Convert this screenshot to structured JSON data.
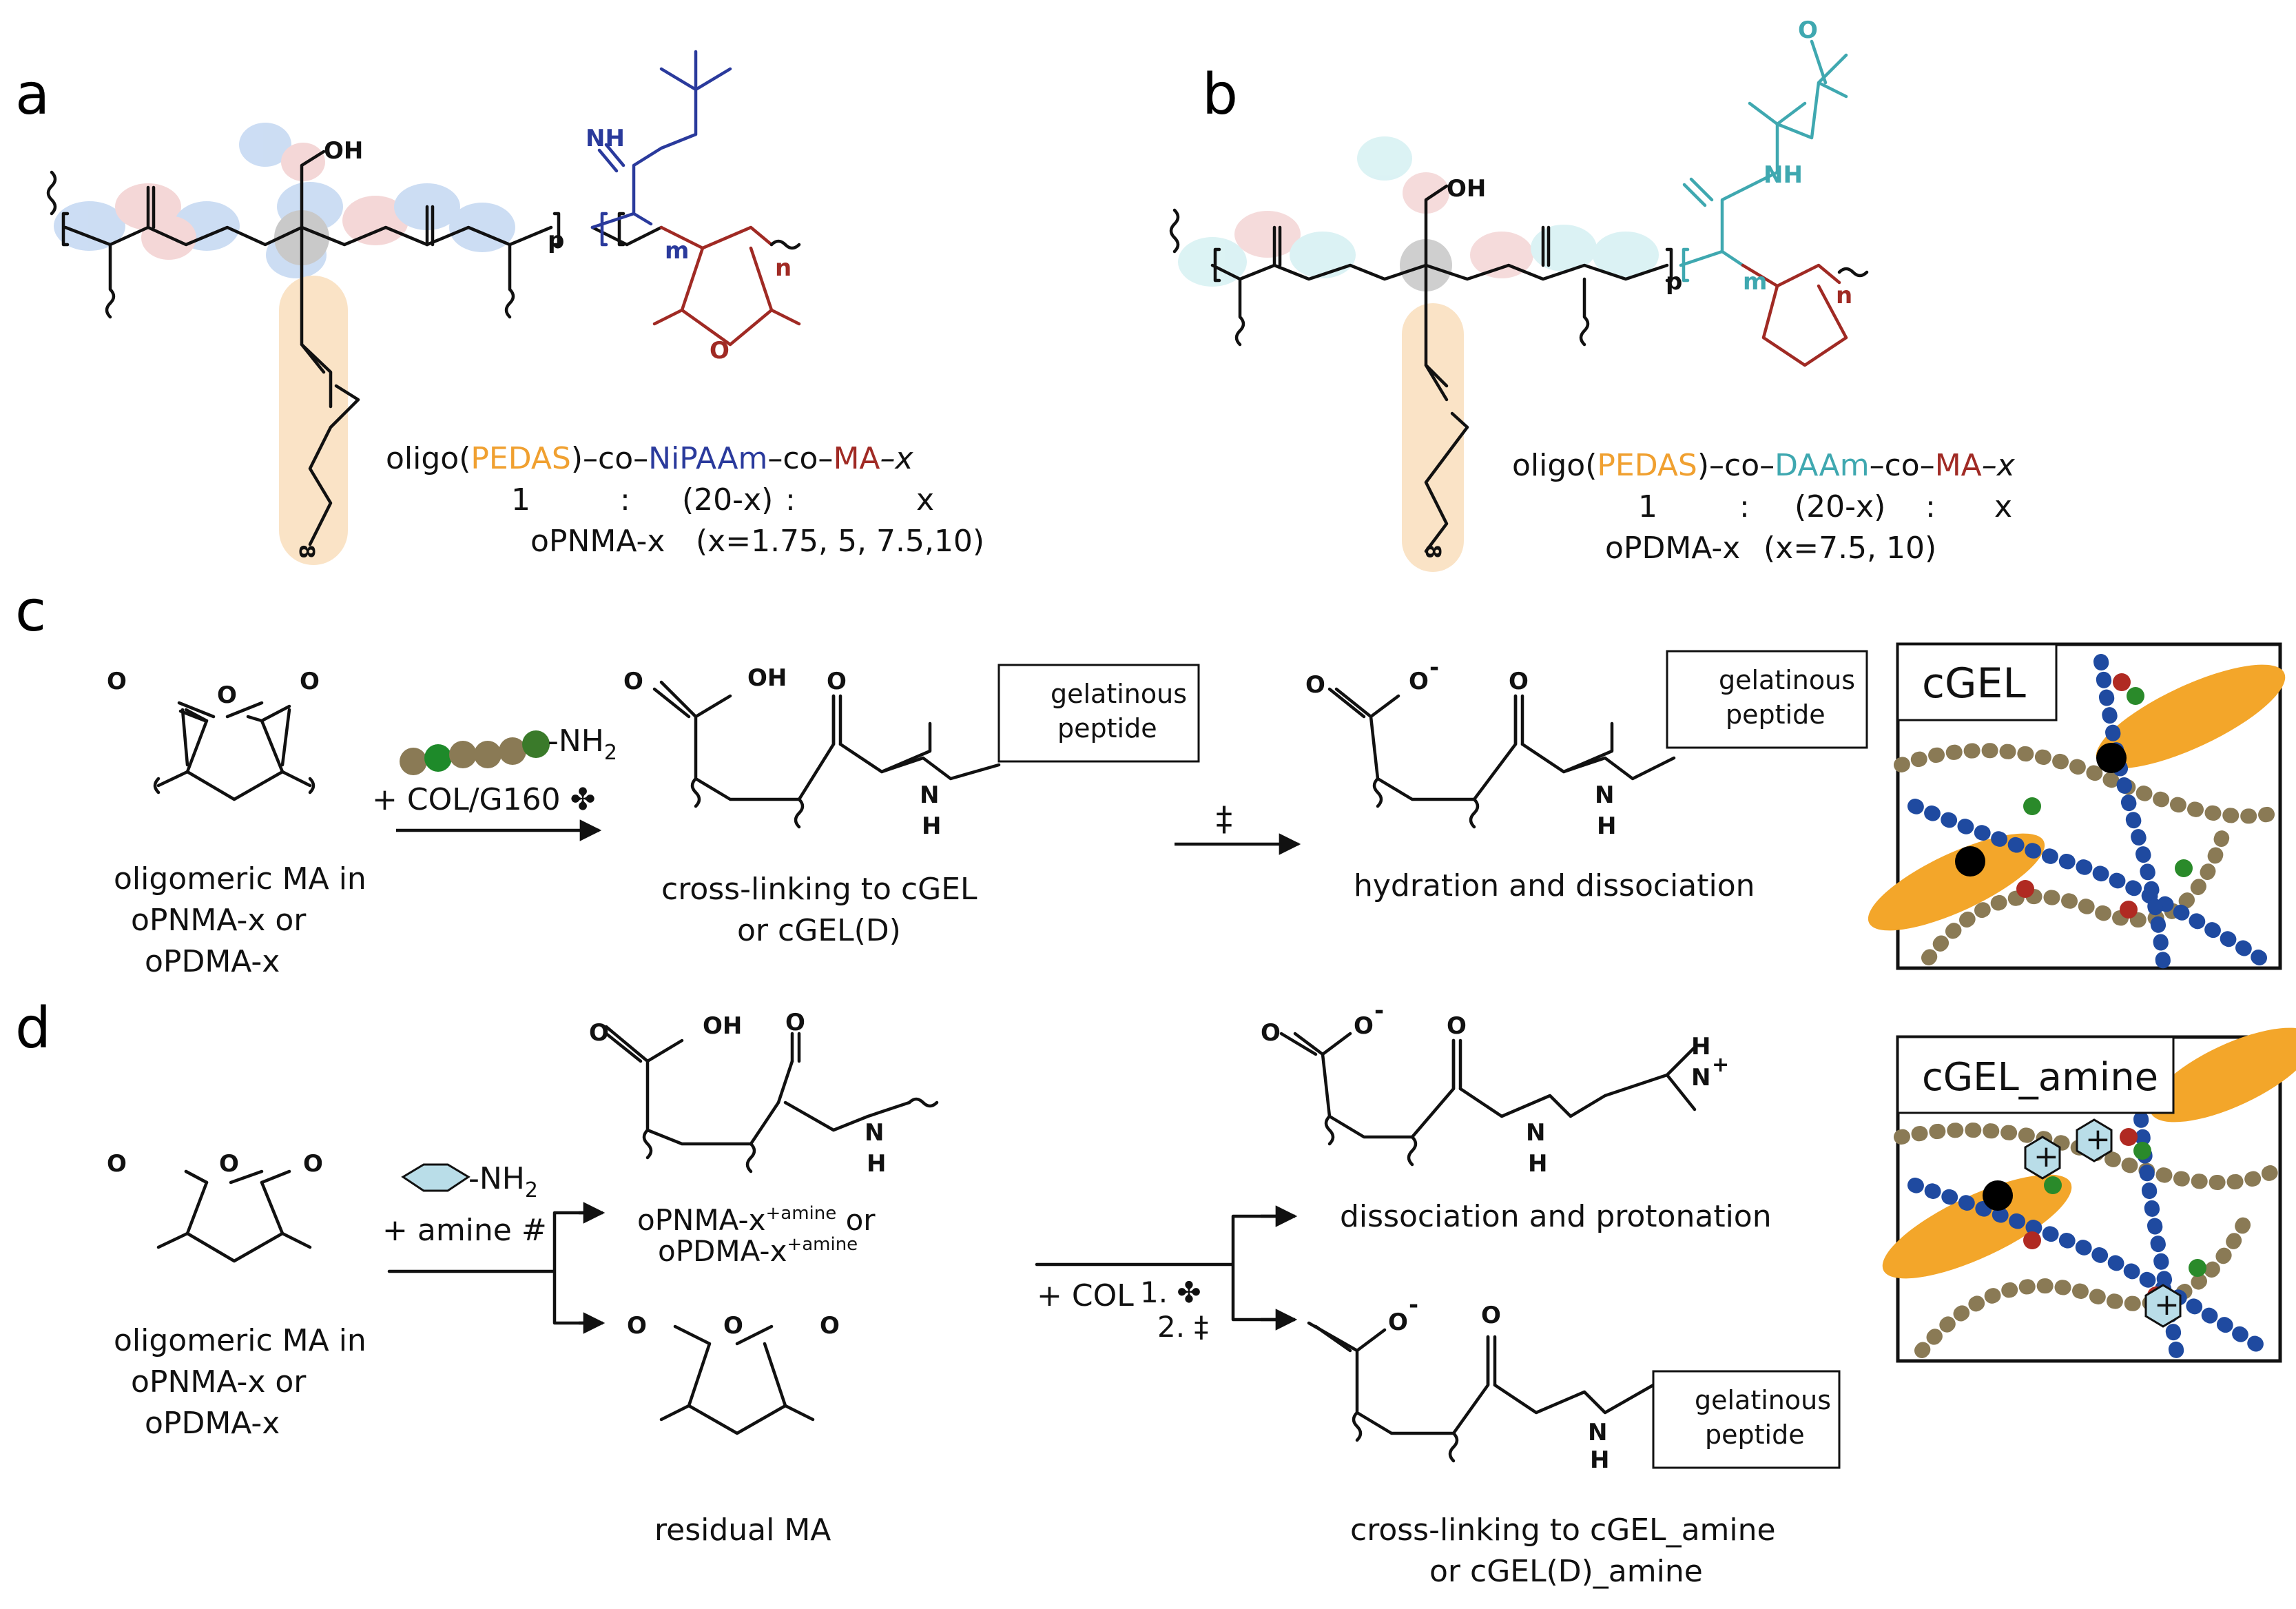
{
  "panels": {
    "a": "a",
    "b": "b",
    "c": "c",
    "d": "d"
  },
  "panel_a": {
    "atoms": {
      "oh": "OH",
      "nh": "NH",
      "o": "O",
      "p": "p",
      "m": "m",
      "n": "n",
      "eight": "8"
    },
    "formula": {
      "oligo": "oligo(",
      "pedas": "PEDAS",
      "co1": ")–co–",
      "mon": "NiPAAm",
      "co2": "–co–",
      "ma": "MA",
      "x": "–x"
    },
    "ratio": [
      "1",
      ":",
      "(20-x)",
      ":",
      "x"
    ],
    "name": "oPNMA-x",
    "values": "(x=1.75, 5, 7.5,10)"
  },
  "panel_b": {
    "atoms": {
      "oh": "OH",
      "nh": "NH",
      "o": "O",
      "p": "p",
      "m": "m",
      "n": "n",
      "eight": "8"
    },
    "formula": {
      "oligo": "oligo(",
      "pedas": "PEDAS",
      "co1": ")–co–",
      "mon": "DAAm",
      "co2": "–co–",
      "ma": "MA",
      "x": "–x"
    },
    "ratio": [
      "1",
      ":",
      "(20-x)",
      ":",
      "x"
    ],
    "name": "oPDMA-x",
    "values": "(x=7.5, 10)"
  },
  "panel_c": {
    "reactant_caption": [
      "oligomeric MA in",
      "oPNMA-x or",
      "oPDMA-x"
    ],
    "reagent_top": "-NH",
    "reagent_sub": "2",
    "reagent": "+ COL/G160 ✤",
    "product1_caption": [
      "cross-linking to cGEL",
      "or cGEL(D)"
    ],
    "arrow2": "‡",
    "product2_caption": "hydration and dissociation",
    "box_text": [
      "gelatinous",
      "peptide"
    ],
    "atoms": {
      "o": "O",
      "oh": "OH",
      "n": "N",
      "h": "H",
      "ominus": "O",
      "minus": "-"
    },
    "cartoon_label": "cGEL"
  },
  "panel_d": {
    "reactant_caption": [
      "oligomeric MA in",
      "oPNMA-x or",
      "oPDMA-x"
    ],
    "reagent_top": "-NH",
    "reagent_sub": "2",
    "reagent": "+ amine #",
    "upper_caption": [
      "oPNMA-x",
      "+amine",
      " or"
    ],
    "upper_caption2": [
      "oPDMA-x",
      "+amine"
    ],
    "lower_caption": "residual MA",
    "col_step": "+ COL",
    "steps": [
      "1. ✤",
      "2. ‡"
    ],
    "right_top_caption": "dissociation and protonation",
    "right_bottom_caption": [
      "cross-linking to cGEL_amine",
      "or cGEL(D)_amine"
    ],
    "box_text": [
      "gelatinous",
      "peptide"
    ],
    "atoms": {
      "o": "O",
      "oh": "OH",
      "n": "N",
      "h": "H",
      "nplus": "N",
      "plus": "+",
      "minus": "-"
    },
    "cartoon_label": "cGEL_amine"
  },
  "colors": {
    "pedas": "#f0a030",
    "nipaam": "#2a3a9c",
    "daam": "#3fa8b0",
    "ma": "#a02a24",
    "fiber": "#f3a62a"
  }
}
